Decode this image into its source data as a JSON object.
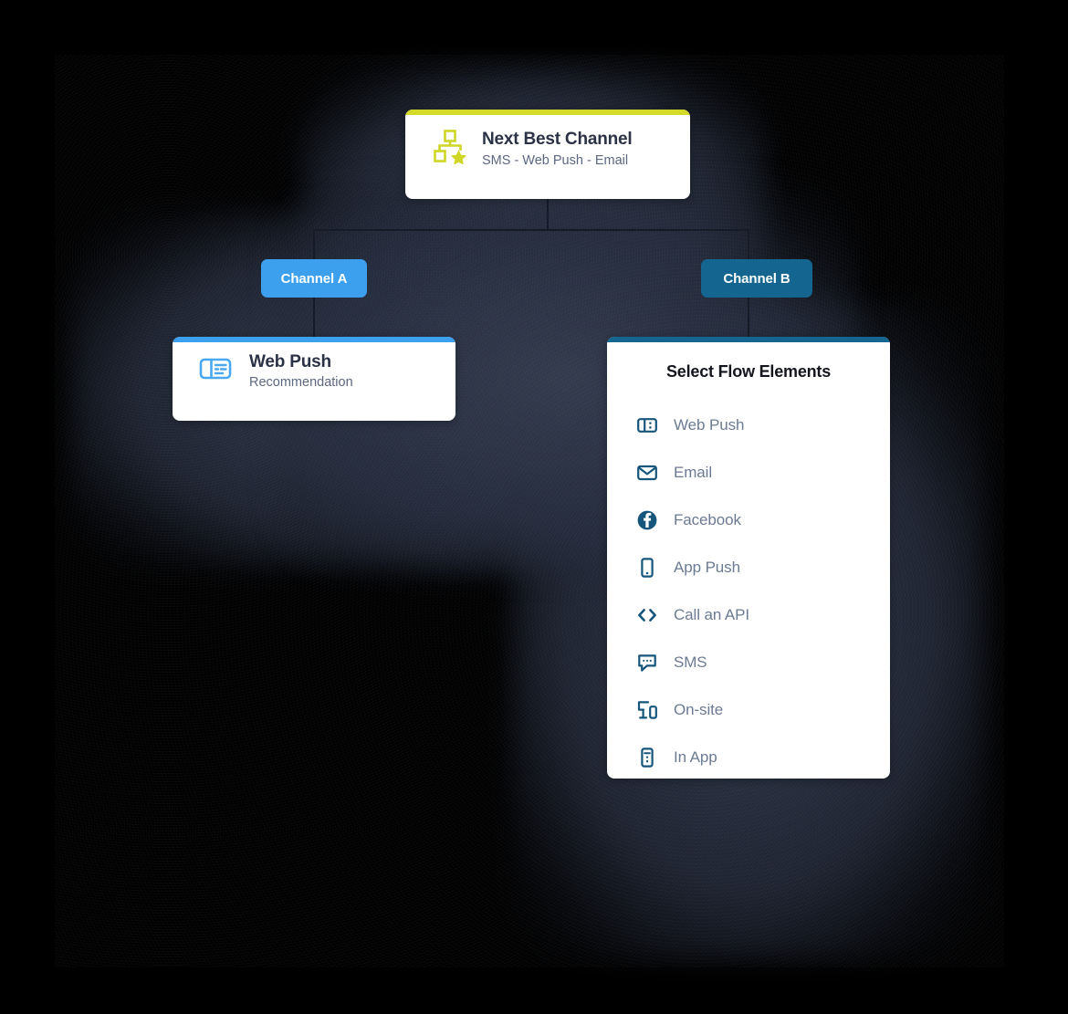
{
  "colors": {
    "background": "#000000",
    "accent_lime": "#d3da27",
    "accent_light_blue": "#3da0ef",
    "accent_dark_blue": "#146690",
    "icon_navy": "#16557c",
    "text_dark": "#2b3245",
    "text_muted": "#6c7b93",
    "connector": "#151b27"
  },
  "flow": {
    "root_node": {
      "title": "Next Best Channel",
      "subtitle": "SMS - Web Push - Email",
      "icon": "hierarchy-star-icon",
      "accent": "#d3da27"
    },
    "branches": [
      {
        "label": "Channel A",
        "color": "#3da0ef"
      },
      {
        "label": "Channel B",
        "color": "#146690"
      }
    ],
    "channel_a_node": {
      "title": "Web Push",
      "subtitle": "Recommendation",
      "icon": "web-push-icon",
      "accent": "#3da0ef"
    }
  },
  "panel": {
    "title": "Select Flow Elements",
    "accent": "#146690",
    "items": [
      {
        "label": "Web Push",
        "icon": "web-push-icon"
      },
      {
        "label": "Email",
        "icon": "envelope-icon"
      },
      {
        "label": "Facebook",
        "icon": "facebook-icon"
      },
      {
        "label": "App Push",
        "icon": "mobile-phone-icon"
      },
      {
        "label": "Call an API",
        "icon": "code-brackets-icon"
      },
      {
        "label": "SMS",
        "icon": "chat-bubble-icon"
      },
      {
        "label": "On-site",
        "icon": "monitor-phone-icon"
      },
      {
        "label": "In App",
        "icon": "in-app-phone-icon"
      }
    ]
  }
}
